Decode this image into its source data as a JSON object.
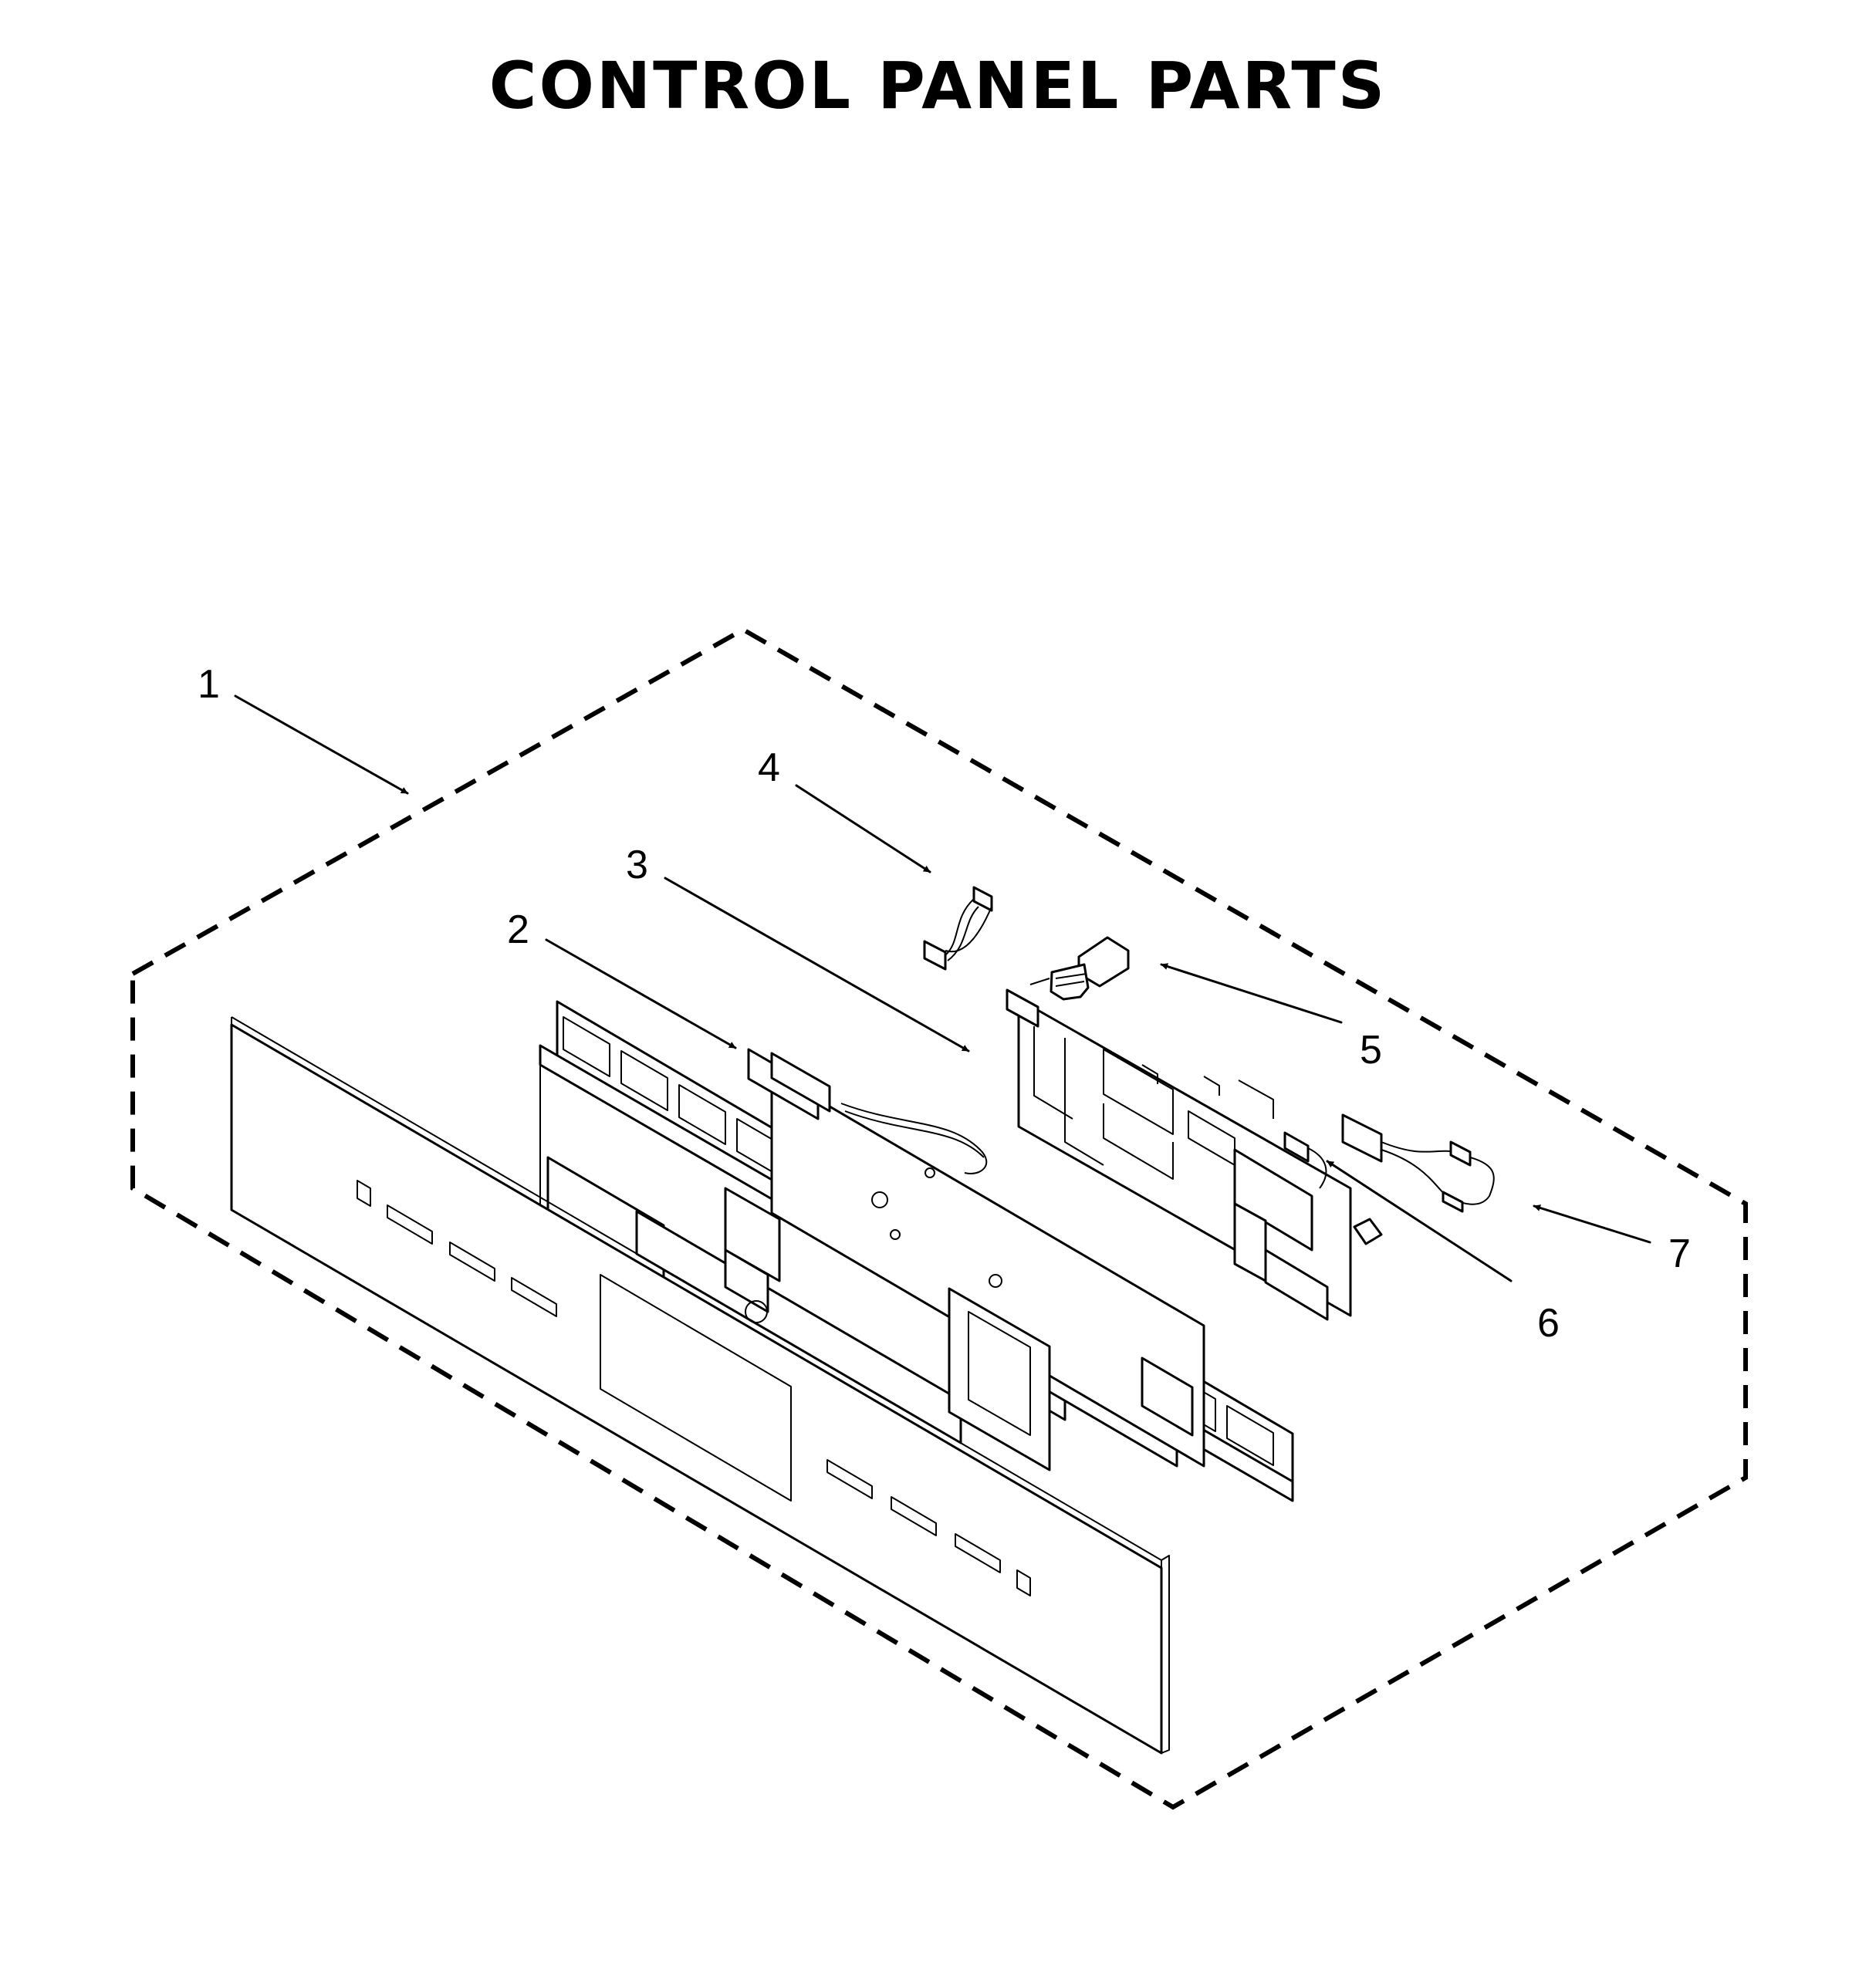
{
  "title": "CONTROL PANEL PARTS",
  "callouts": [
    {
      "id": "1",
      "label": "1"
    },
    {
      "id": "2",
      "label": "2"
    },
    {
      "id": "3",
      "label": "3"
    },
    {
      "id": "4",
      "label": "4"
    },
    {
      "id": "5",
      "label": "5"
    },
    {
      "id": "6",
      "label": "6"
    },
    {
      "id": "7",
      "label": "7"
    }
  ]
}
